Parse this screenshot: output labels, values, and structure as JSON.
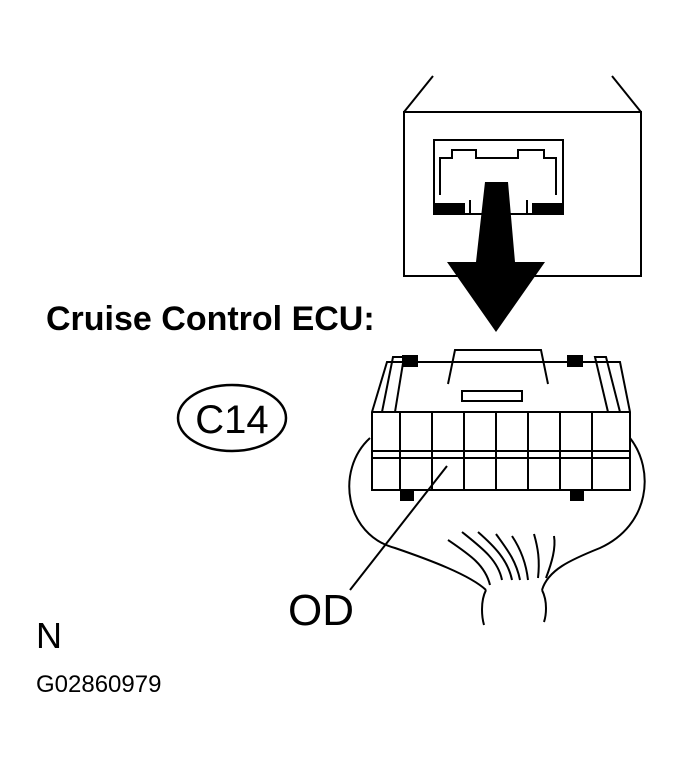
{
  "diagram": {
    "title": "Cruise Control ECU:",
    "connector_code": "C14",
    "terminal_label": "OD",
    "orientation_mark": "N",
    "figure_id": "G02860979"
  }
}
